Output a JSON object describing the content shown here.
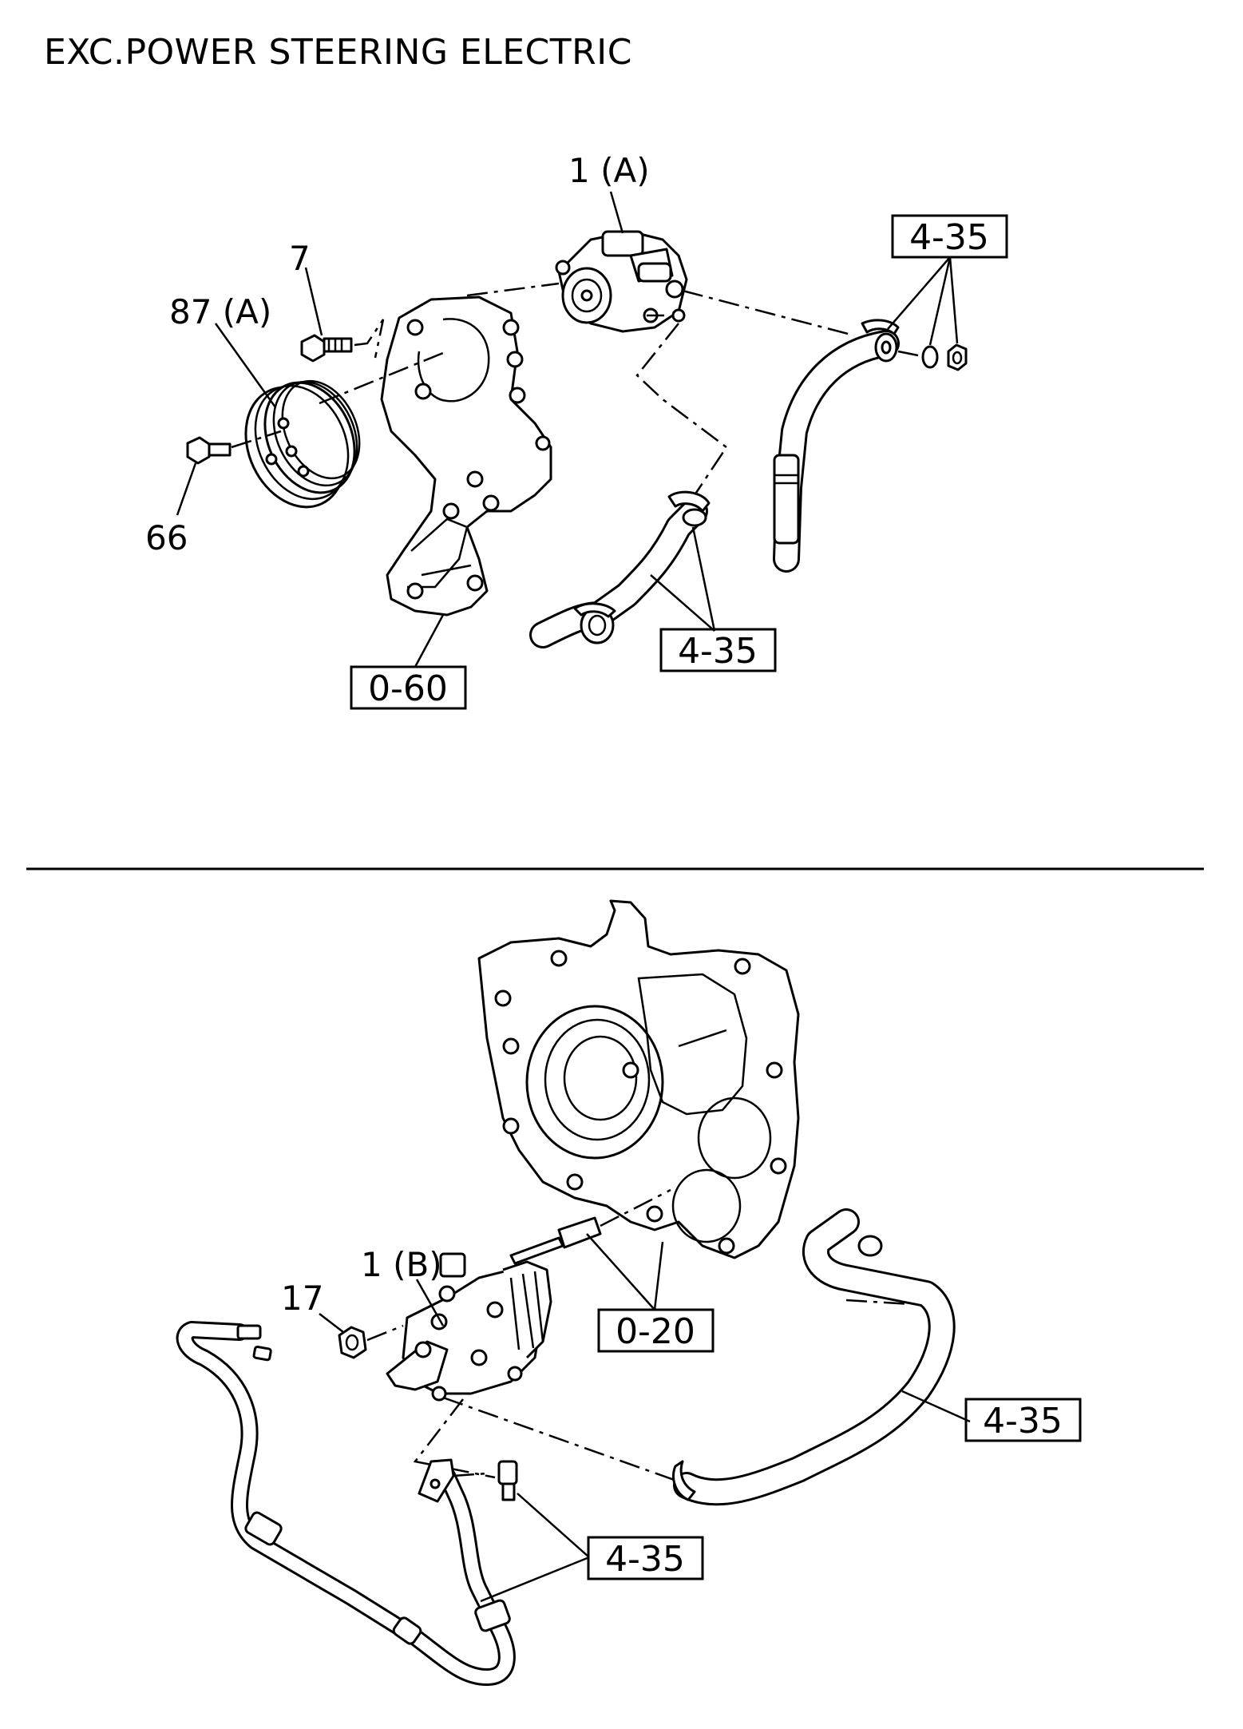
{
  "title": "EXC.POWER STEERING ELECTRIC",
  "upper_diagram": {
    "part_labels": {
      "pump_a": "1 (A)",
      "bolt_7": "7",
      "pulley_87a": "87 (A)",
      "bolt_66": "66"
    },
    "references": {
      "ref_return_hose": "4-35",
      "ref_suction_hose": "4-35",
      "ref_bracket": "0-60"
    }
  },
  "lower_diagram": {
    "part_labels": {
      "pump_b": "1 (B)",
      "nut_17": "17"
    },
    "references": {
      "ref_front_cover": "0-20",
      "ref_suction_hose": "4-35",
      "ref_pressure_pipe": "4-35"
    }
  }
}
